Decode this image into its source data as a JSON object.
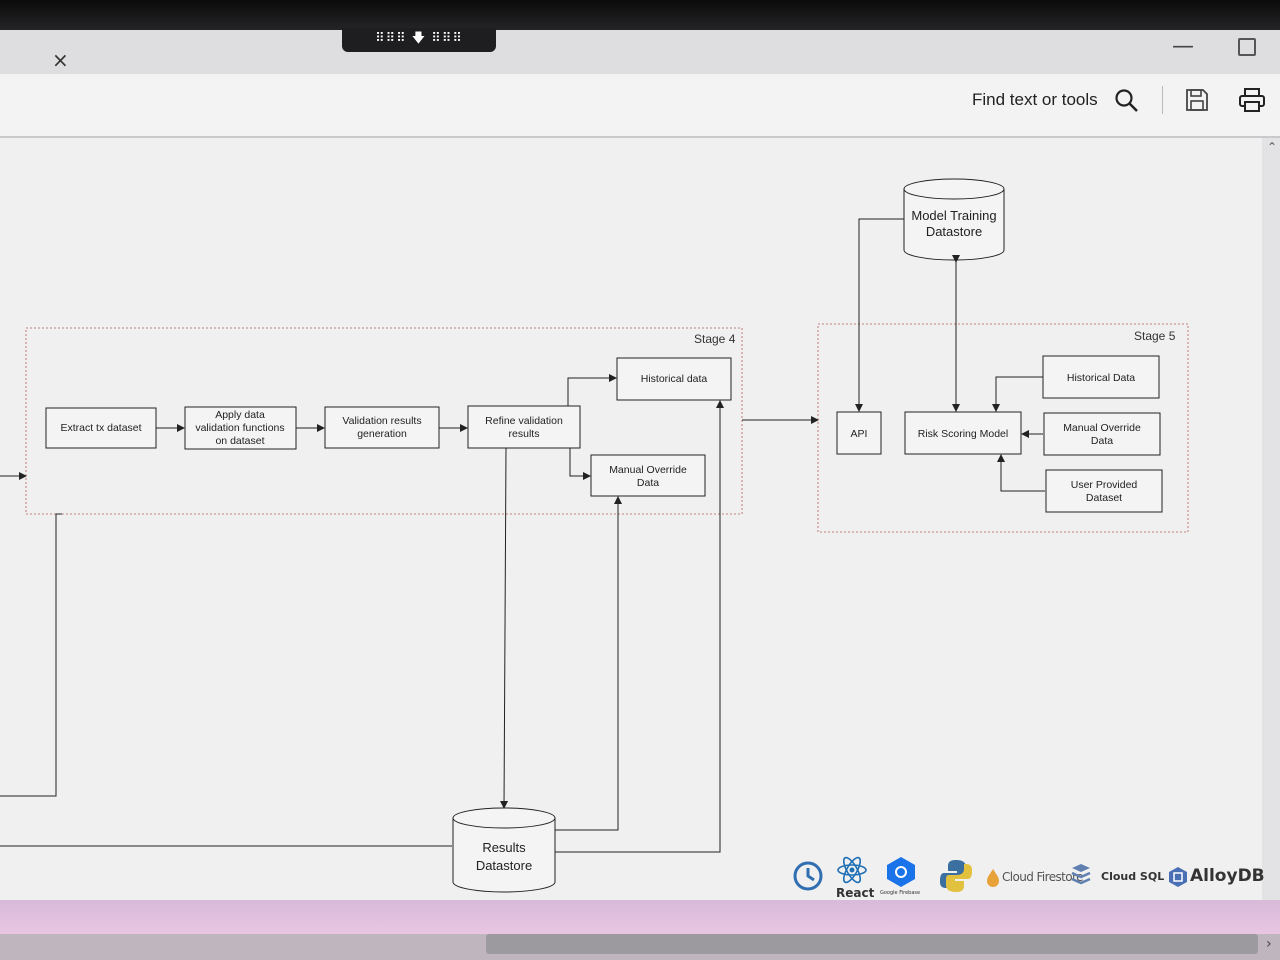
{
  "window": {
    "close_glyph": "×",
    "handle_text": "⠿⠿⠿ 🡇 ⠿⠿⠿"
  },
  "toolbar": {
    "find_label": "Find text or tools",
    "icons": [
      "search-icon",
      "save-icon",
      "print-icon"
    ]
  },
  "diagram": {
    "stage4_label": "Stage 4",
    "stage5_label": "Stage 5",
    "stage4": {
      "extract": "Extract tx dataset",
      "apply": [
        "Apply data",
        "validation functions",
        "on dataset"
      ],
      "validation": [
        "Validation results",
        "generation"
      ],
      "refine": [
        "Refine validation",
        "results"
      ],
      "historical": "Historical data",
      "manual": [
        "Manual Override",
        "Data"
      ]
    },
    "stage5": {
      "api": "API",
      "risk": "Risk Scoring Model",
      "historical": "Historical Data",
      "manual": [
        "Manual Override",
        "Data"
      ],
      "user": [
        "User Provided",
        "Dataset"
      ]
    },
    "model_db": [
      "Model Training",
      "Datastore"
    ],
    "results_db": [
      "Results",
      "Datastore"
    ]
  },
  "tech_logos": {
    "react_label": "React",
    "firebase_small": "Google Firebase",
    "firestore_label": "Cloud Firestore",
    "cloudsql_label": "Cloud SQL",
    "alloydb_label": "AlloyDB",
    "colors": {
      "react": "#1f6fb5",
      "firebase": "#1a73e8",
      "python_blue": "#3b6fa0",
      "python_yellow": "#e2c13f"
    }
  }
}
